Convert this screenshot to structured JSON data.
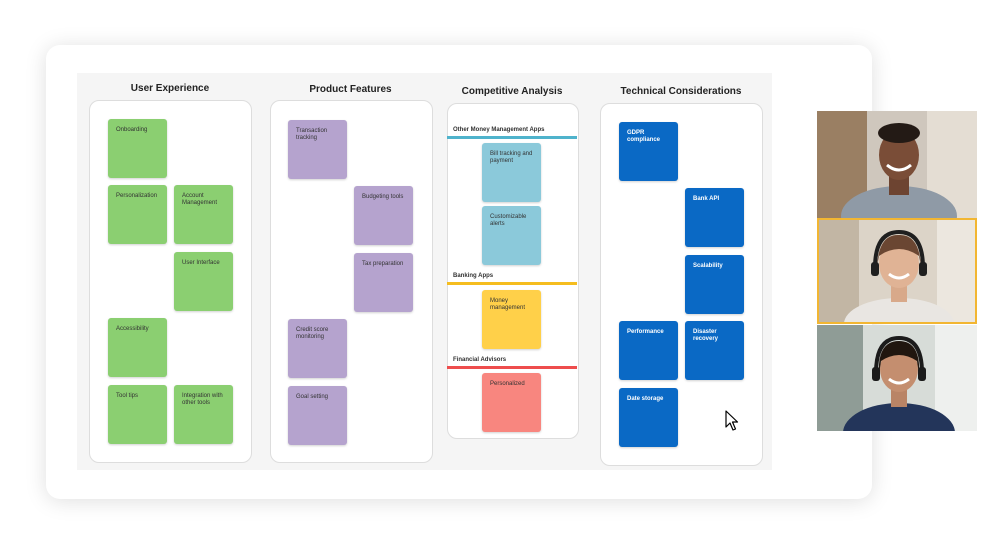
{
  "columns": [
    {
      "title": "User Experience",
      "notes": [
        "Onboarding",
        "Personalization",
        "Account Management",
        "User Interface",
        "Accessibility",
        "Tool tips",
        "Integration with other tools"
      ]
    },
    {
      "title": "Product Features",
      "notes": [
        "Transaction tracking",
        "Budgeting tools",
        "Tax preparation",
        "Credit score monitoring",
        "Goal setting"
      ]
    },
    {
      "title": "Competitive Analysis",
      "sections": [
        {
          "label": "Other Money Management Apps",
          "color": "#4fb3cc",
          "notes": [
            "Bill tracking and payment",
            "Customizable alerts"
          ]
        },
        {
          "label": "Banking Apps",
          "color": "#f5bd1f",
          "notes": [
            "Money management"
          ]
        },
        {
          "label": "Financial Advisors",
          "color": "#ee4d4d",
          "notes": [
            "Personalized"
          ]
        }
      ]
    },
    {
      "title": "Technical Considerations",
      "notes": [
        "GDPR compliance",
        "Bank API",
        "Scalability",
        "Performance",
        "Disaster recovery",
        "Date storage"
      ]
    }
  ],
  "colors": {
    "ux_notes": "#8bcf71",
    "feature_notes": "#b5a3ce",
    "competitive_notes_1": "#8bc9da",
    "competitive_notes_2": "#ffd049",
    "competitive_notes_3": "#f8867f",
    "technical_notes": "#0a69c5",
    "active_speaker_border": "#f2b632"
  },
  "video_participants": [
    {
      "name_icon": "participant-man-avatar"
    },
    {
      "name_icon": "participant-woman-headset-avatar",
      "active": true
    },
    {
      "name_icon": "participant-woman-headset-2-avatar"
    }
  ]
}
